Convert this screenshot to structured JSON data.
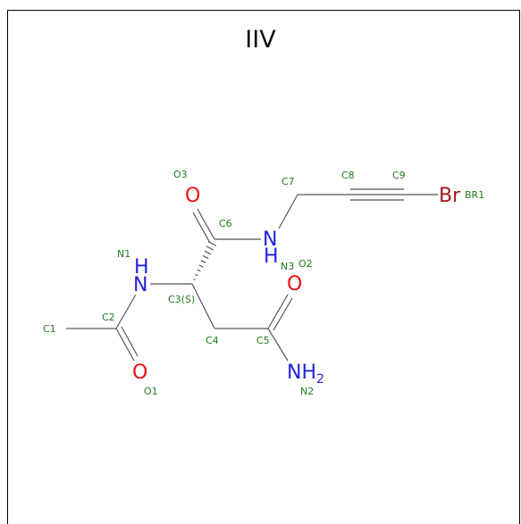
{
  "title": "IIV",
  "colors": {
    "bond": "#555555",
    "atom_name": "#1e7a1e",
    "oxygen": "#ee1111",
    "nitrogen": "#2222dd",
    "bromine": "#a01818"
  },
  "atoms": {
    "o3": {
      "symbol": "O",
      "name": "O3"
    },
    "c6": {
      "name": "C6"
    },
    "c7": {
      "name": "C7"
    },
    "c8": {
      "name": "C8"
    },
    "c9": {
      "name": "C9"
    },
    "br1": {
      "symbol": "Br",
      "name": "BR1"
    },
    "n3": {
      "symbol": "H",
      "symbol2": "N",
      "name": "N3"
    },
    "o2": {
      "symbol": "O",
      "name": "O2"
    },
    "n1": {
      "symbol": "H",
      "symbol2": "N",
      "name": "N1"
    },
    "c3": {
      "name": "C3(S)"
    },
    "c2": {
      "name": "C2"
    },
    "c1": {
      "name": "C1"
    },
    "c4": {
      "name": "C4"
    },
    "c5": {
      "name": "C5"
    },
    "o1": {
      "symbol": "O",
      "name": "O1"
    },
    "n2": {
      "symbol": "NH",
      "subscript": "2",
      "name": "N2"
    }
  }
}
